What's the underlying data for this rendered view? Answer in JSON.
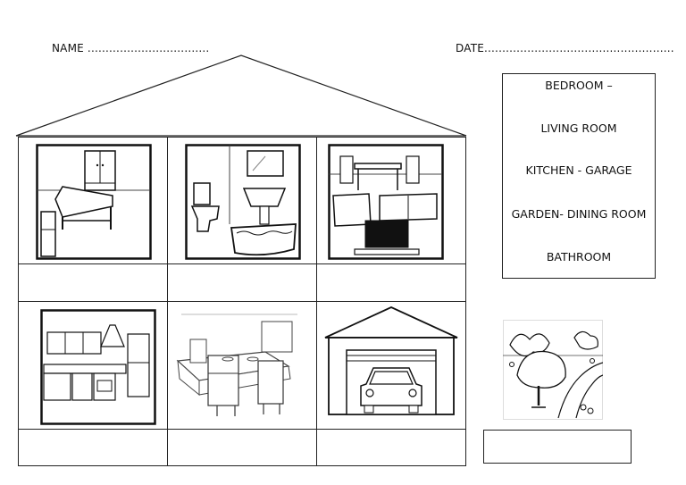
{
  "header": {
    "name_label": "NAME ..................................",
    "date_label": "DATE.....................................................",
    "name_text": "NAME",
    "date_text": "DATE"
  },
  "word_bank": {
    "items": [
      "BEDROOM –",
      "LIVING ROOM",
      "KITCHEN - GARAGE",
      "GARDEN- DINING ROOM",
      "BATHROOM"
    ]
  },
  "pictures": {
    "row1": [
      "bedroom-picture",
      "bathroom-picture",
      "living-room-picture"
    ],
    "row2": [
      "kitchen-picture",
      "dining-room-picture",
      "garage-picture"
    ],
    "extra": "garden-picture"
  }
}
